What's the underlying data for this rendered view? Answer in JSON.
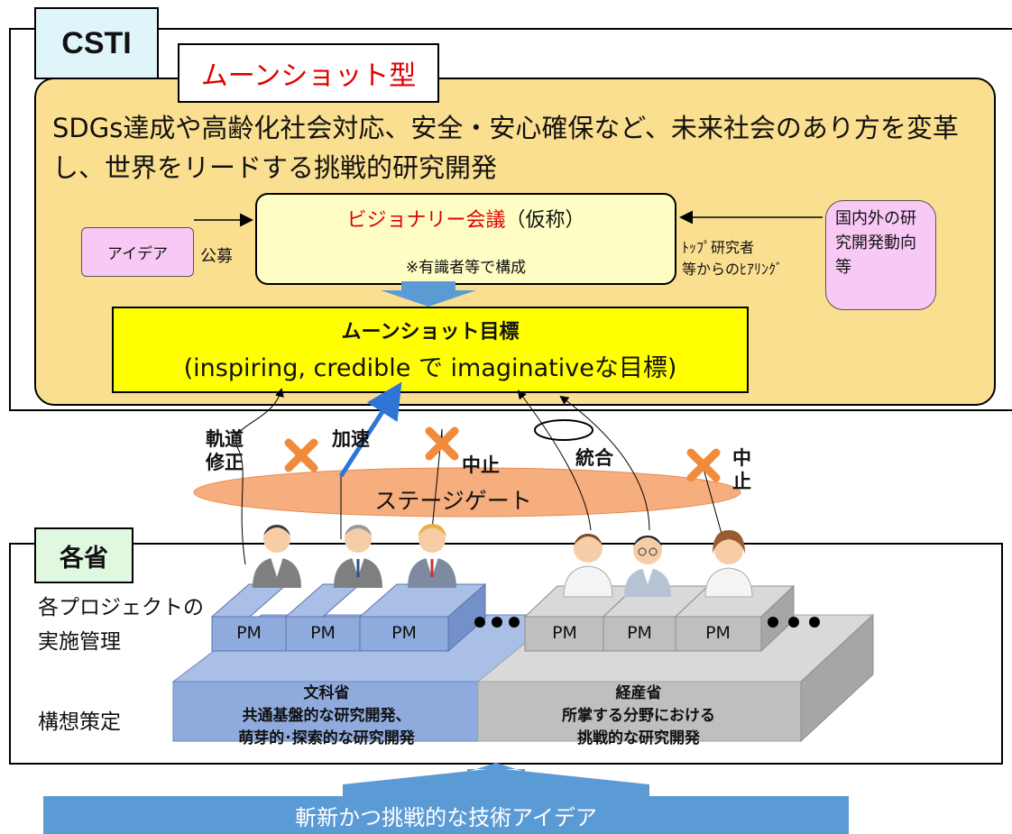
{
  "csti": {
    "label": "CSTI",
    "type_label": "ムーンショット型",
    "mission": "SDGs達成や高齢化社会対応、安全・安心確保など、未来社会のあり方を変革し、世界をリードする挑戦的研究開発",
    "vision_meeting": {
      "title_red": "ビジョナリー会議",
      "title_suffix": "（仮称）",
      "note": "※有識者等で構成"
    },
    "idea_box": "アイデア",
    "koubo": "公募",
    "hearing": [
      "ﾄｯﾌﾟ研究者",
      "等からのﾋｱﾘﾝｸﾞ"
    ],
    "intl_box": "国内外の研究開発動向等",
    "goal": {
      "title": "ムーンショット目標",
      "subtitle": "(inspiring, credible で imaginativeな目標)"
    }
  },
  "stage_gate": {
    "label": "ステージゲート",
    "labels": {
      "course_correction": [
        "軌道",
        "修正"
      ],
      "acceleration": "加速",
      "stop1": "中止",
      "merge": "統合",
      "stop2": [
        "中",
        "止"
      ]
    }
  },
  "ministries": {
    "label": "各省",
    "project_mgmt": [
      "各プロジェクトの",
      "実施管理"
    ],
    "concept_label": "構想策定",
    "pm_label": "PM",
    "mext": [
      "文科省",
      "共通基盤的な研究開発、",
      "萌芽的･探索的な研究開発"
    ],
    "meti": [
      "経産省",
      "所掌する分野における",
      "挑戦的な研究開発"
    ]
  },
  "bottom_banner": "斬新かつ挑戦的な技術アイデア",
  "colors": {
    "csti_label_bg": "#dff5fa",
    "panel_bg": "#fbdf90",
    "goal_bg": "#ffff00",
    "idea_bg": "#f8c9f5",
    "ellipse": "#f7ae7e",
    "cross": "#f28a3c",
    "blue_block": "#8faadc",
    "gray_block": "#bfbfbf",
    "banner": "#5b9bd5",
    "red_text": "#e00000"
  }
}
